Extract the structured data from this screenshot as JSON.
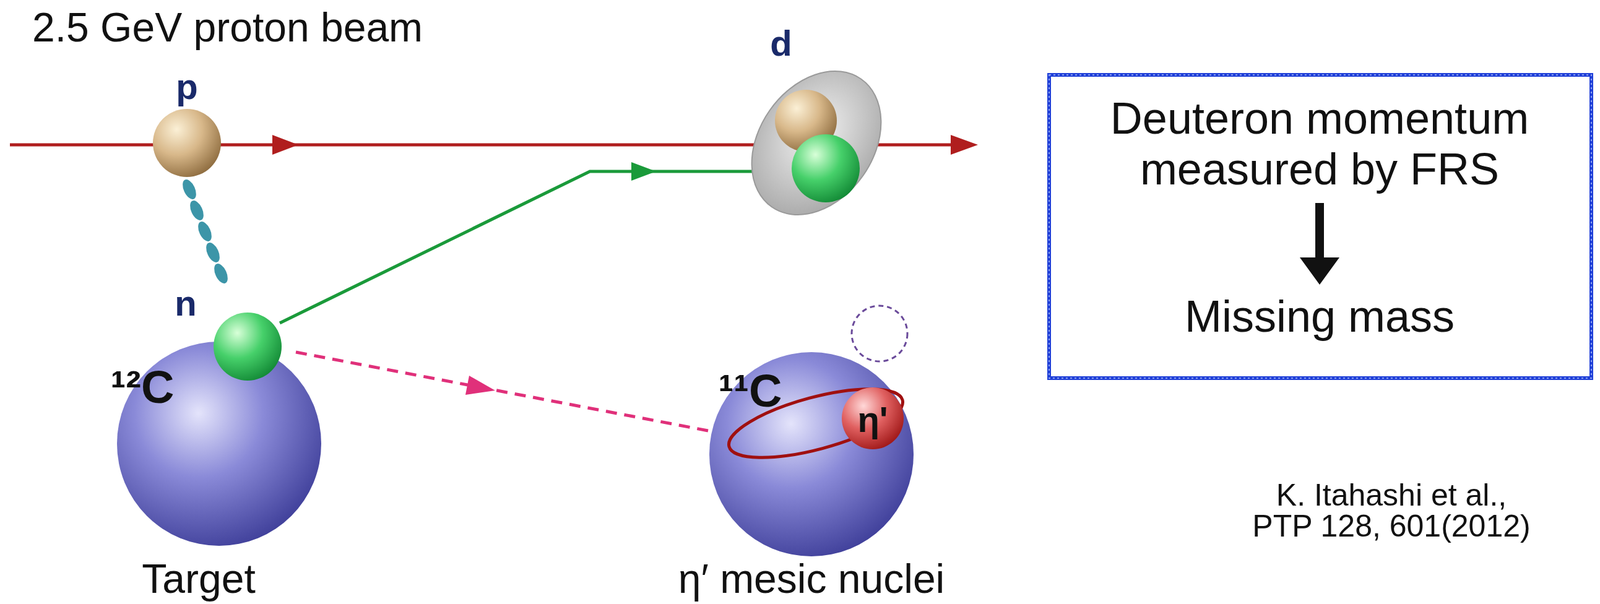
{
  "diagram": {
    "nodes": [
      {
        "text": [
          "Deuteron momentum measured by FRS"
        ]
      },
      {
        "text": [
          "Missing mass"
        ]
      }
    ],
    "edges": [
      {
        "from": 0,
        "to": 1,
        "arrow": "to"
      }
    ],
    "labels": [
      "2.5 GeV proton beam",
      "p",
      "d",
      "n",
      "¹²C",
      "¹¹C",
      "η'",
      "Target",
      "η′ mesic nuclei",
      "K. Itahashi et al.,",
      "PTP 128, 601(2012)"
    ]
  }
}
